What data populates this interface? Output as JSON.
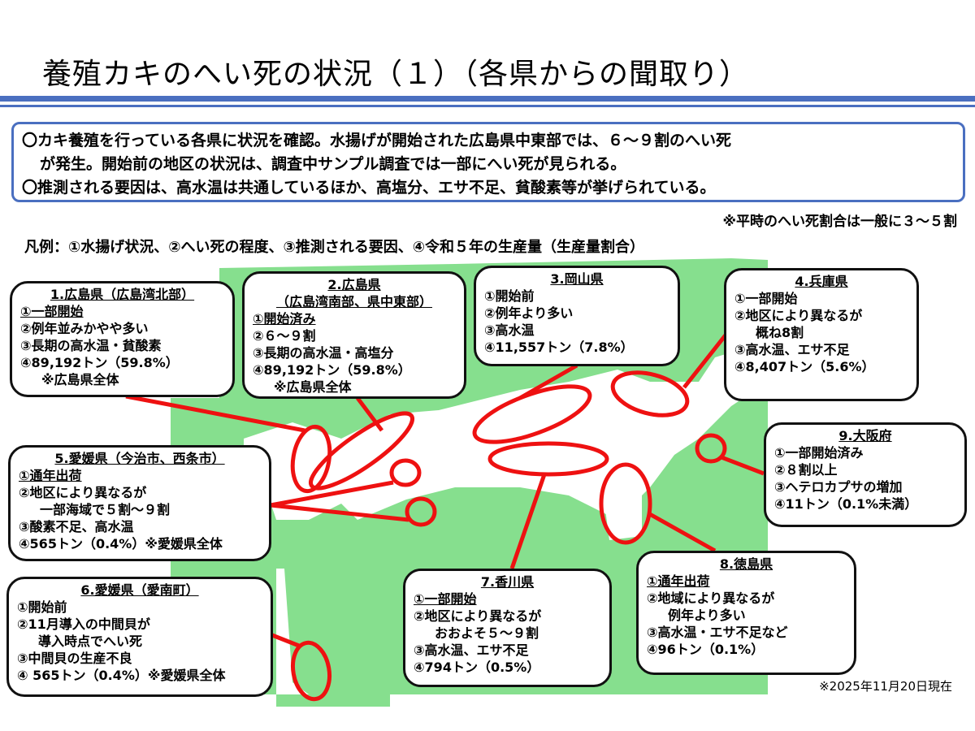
{
  "title": "養殖カキのへい死の状況（１）（各県からの聞取り）",
  "info": [
    "〇カキ養殖を行っている各県に状況を確認。水揚げが開始された広島県中東部では、６～９割のへい死",
    "が発生。開始前の地区の状況は、調査中サンプル調査では一部にへい死が見られる。",
    "〇推測される要因は、高水温は共通しているほか、高塩分、エサ不足、貧酸素等が挙げられている。"
  ],
  "note": "※平時のへい死割合は一般に３～５割",
  "legend": "凡例：①水揚げ状況、②へい死の程度、③推測される要因、④令和５年の生産量（生産量割合）",
  "colors": {
    "land": "#86df8e",
    "sea": "#ffffff",
    "marker": "#ee1111",
    "frame": "#4a6fc0"
  },
  "boxes": [
    {
      "heading": [
        "1.広島県（広島湾北部）"
      ],
      "lines": [
        "①一部開始",
        "②例年並みかやや多い",
        "③長期の高水温・貧酸素",
        "④89,192トン（59.8%）",
        "※広島県全体"
      ]
    },
    {
      "heading": [
        "2.広島県",
        "（広島湾南部、県中東部）"
      ],
      "lines": [
        "①開始済み",
        "②６～９割",
        "③長期の高水温・高塩分",
        "④89,192トン（59.8%）",
        "※広島県全体"
      ]
    },
    {
      "heading": [
        "3.岡山県"
      ],
      "lines": [
        "①開始前",
        "②例年より多い",
        "③高水温",
        "④11,557トン（7.8%）"
      ]
    },
    {
      "heading": [
        "4.兵庫県"
      ],
      "lines": [
        "①一部開始",
        "②地区により異なるが",
        "概ね8割",
        "③高水温、エサ不足",
        "④8,407トン（5.6%）"
      ]
    },
    {
      "heading": [
        "5.愛媛県（今治市、西条市）"
      ],
      "lines": [
        "①通年出荷",
        "②地区により異なるが",
        "一部海域で５割～９割",
        "③酸素不足、高水温",
        "④565トン（0.4%）※愛媛県全体"
      ]
    },
    {
      "heading": [
        "6.愛媛県（愛南町）"
      ],
      "lines": [
        "①開始前",
        "②11月導入の中間貝が",
        "導入時点でへい死",
        "③中間貝の生産不良",
        "④ 565トン（0.4%）※愛媛県全体"
      ]
    },
    {
      "heading": [
        "7.香川県"
      ],
      "lines": [
        "①一部開始",
        "②地区により異なるが",
        "おおよそ５～９割",
        "③高水温、エサ不足",
        "④794トン（0.5%）"
      ]
    },
    {
      "heading": [
        "8.徳島県"
      ],
      "lines": [
        "①通年出荷",
        "②地域により異なるが",
        "例年より多い",
        "③高水温・エサ不足など",
        "④96トン（0.1%）"
      ]
    },
    {
      "heading": [
        "9.大阪府"
      ],
      "lines": [
        "①一部開始済み",
        "②８割以上",
        "③ヘテロカプサの増加",
        "④11トン（0.1%未満）"
      ]
    }
  ],
  "date": "※2025年11月20日現在"
}
